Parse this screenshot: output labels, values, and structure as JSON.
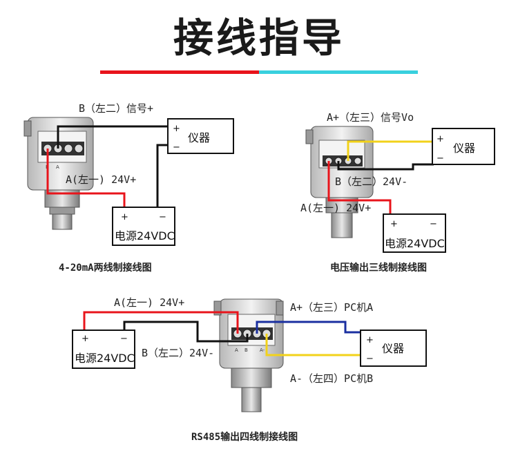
{
  "page": {
    "title": "接线指导"
  },
  "diagram1": {
    "label_b": "B（左二）信号+",
    "label_a": "A(左一) 24V+",
    "instrument": "仪器",
    "power": "电源24VDC",
    "caption": "4-20mA两线制接线图",
    "terminals": [
      "B",
      "A"
    ]
  },
  "diagram2": {
    "label_a_plus": "A+（左三）信号Vo",
    "label_b": "B（左二）24V-",
    "label_a": "A(左一) 24V+",
    "instrument": "仪器",
    "power": "电源24VDC",
    "caption": "电压输出三线制接线图"
  },
  "diagram3": {
    "label_a": "A(左一) 24V+",
    "label_b": "B（左二）24V-",
    "label_a_plus": "A+（左三）PC机A",
    "label_a_minus": "A-（左四）PC机B",
    "instrument": "仪器",
    "power": "电源24VDC",
    "caption": "RS485输出四线制接线图",
    "terminals": [
      "A",
      "B",
      "A-"
    ]
  },
  "symbols": {
    "plus": "+",
    "minus": "−"
  },
  "colors": {
    "red": "#e8141b",
    "black": "#111111",
    "yellow": "#f2d21a",
    "blue": "#1a2fa0",
    "cyan": "#39d0de"
  }
}
